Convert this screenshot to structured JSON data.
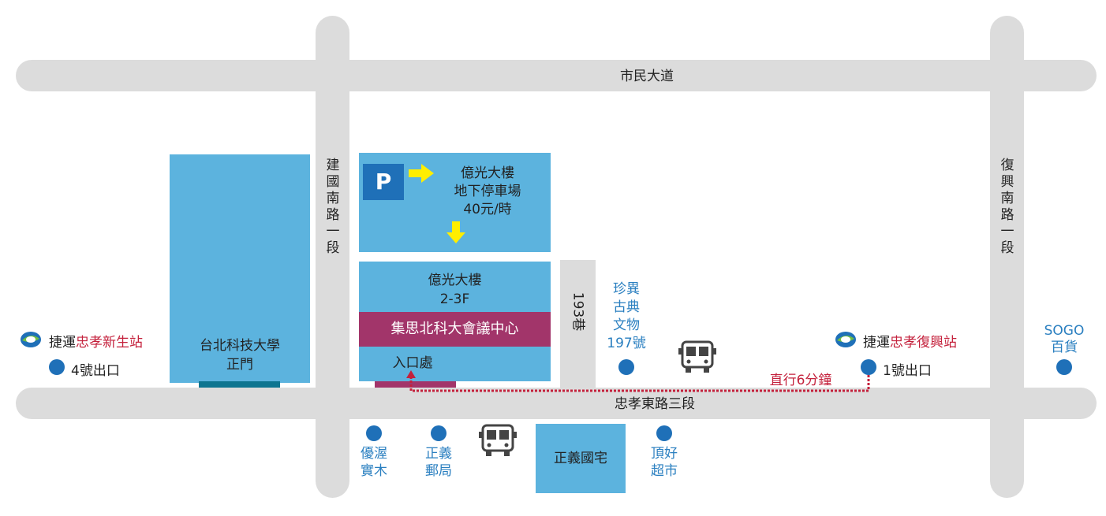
{
  "roads": {
    "top": "市民大道",
    "bottom": "忠孝東路三段",
    "left_vertical": "建國南路一段",
    "right_vertical": "復興南路一段",
    "lane": "193巷"
  },
  "buildings": {
    "ntut": {
      "line1": "台北科技大學",
      "line2": "正門"
    },
    "parking": {
      "line1": "億光大樓",
      "line2": "地下停車場",
      "line3": "40元/時",
      "icon_label": "P"
    },
    "venue": {
      "line1": "億光大樓",
      "line2": "2-3F",
      "banner": "集思北科大會議中心",
      "entrance": "入口處"
    },
    "housing": "正義國宅"
  },
  "metro": {
    "left": {
      "prefix": "捷運",
      "station": "忠孝新生站",
      "exit": "4號出口"
    },
    "right": {
      "prefix": "捷運",
      "station": "忠孝復興站",
      "exit": "1號出口"
    }
  },
  "landmarks": {
    "zhenyi": {
      "line1": "珍異",
      "line2": "古典",
      "line3": "文物",
      "line4": "197號"
    },
    "sogo": {
      "line1": "SOGO",
      "line2": "百貨"
    },
    "youwo": {
      "line1": "優渥",
      "line2": "實木"
    },
    "post": {
      "line1": "正義",
      "line2": "郵局"
    },
    "dinghao": {
      "line1": "頂好",
      "line2": "超市"
    }
  },
  "walk_route": "直行6分鐘",
  "colors": {
    "road": "#dcdcdc",
    "building": "#5cb3de",
    "banner": "#a2356a",
    "parking_icon": "#1f70b8",
    "arrow": "#ffee00",
    "route": "#c4213c",
    "landmark_text": "#2a7fc0",
    "dot": "#1f70b8",
    "gate_bar": "#0e7590"
  }
}
